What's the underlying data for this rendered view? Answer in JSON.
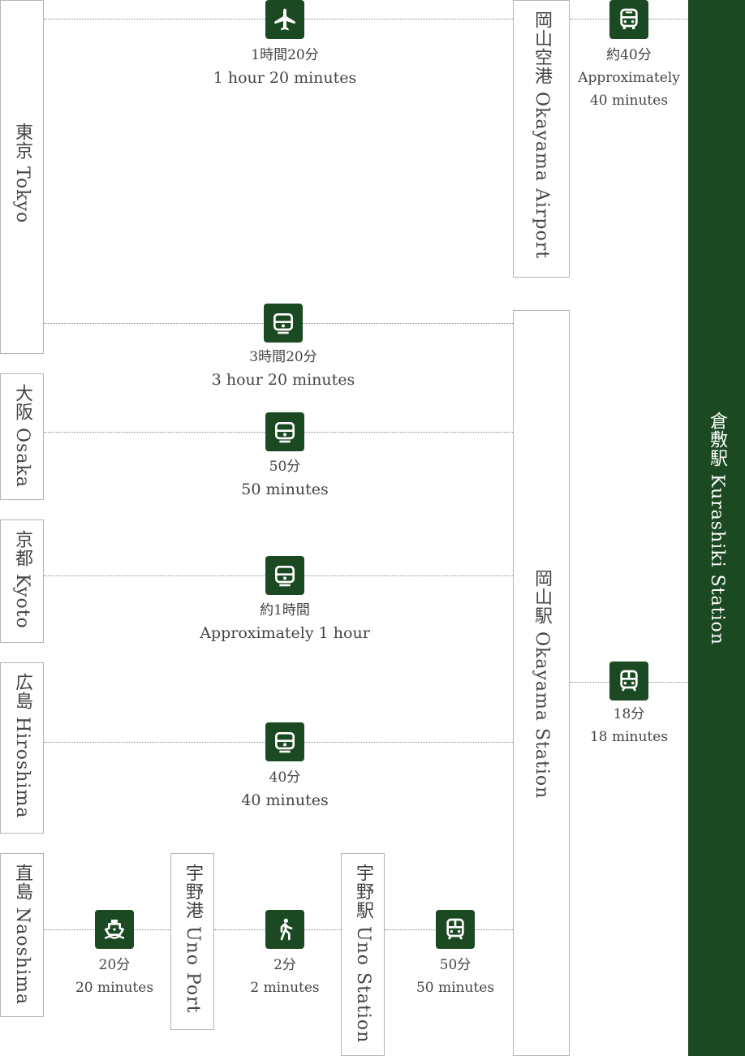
{
  "stations": {
    "tokyo": "東京 Tokyo",
    "osaka": "大阪 Osaka",
    "kyoto": "京都 Kyoto",
    "hiroshima": "広島 Hiroshima",
    "naoshima": "直島 Naoshima",
    "uno_port": "宇野港 Uno Port",
    "uno_station": "宇野駅 Uno Station",
    "okayama_airport": "岡山空港 Okayama Airport",
    "okayama_station": "岡山駅 Okayama Station",
    "kurashiki_station": "倉敷駅 Kurashiki Station"
  },
  "routes": {
    "tokyo_airport": {
      "icon": "airplane-icon",
      "jp": "1時間20分",
      "en": "1 hour 20 minutes"
    },
    "airport_kurashiki": {
      "icon": "bus-icon",
      "jp": "約40分",
      "en": "Approximately",
      "en2": "40 minutes"
    },
    "tokyo_okayama": {
      "icon": "train-icon",
      "jp": "3時間20分",
      "en": "3 hour 20 minutes"
    },
    "osaka_okayama": {
      "icon": "train-icon",
      "jp": "50分",
      "en": "50 minutes"
    },
    "kyoto_okayama": {
      "icon": "train-icon",
      "jp": "約1時間",
      "en": "Approximately 1 hour"
    },
    "hiroshima_okayama": {
      "icon": "train-icon",
      "jp": "40分",
      "en": "40 minutes"
    },
    "okayama_kurashiki": {
      "icon": "local-train-icon",
      "jp": "18分",
      "en": "18 minutes"
    },
    "naoshima_unoport": {
      "icon": "ferry-icon",
      "jp": "20分",
      "en": "20 minutes"
    },
    "unoport_unostation": {
      "icon": "walking-icon",
      "jp": "2分",
      "en": "2 minutes"
    },
    "unostation_okayama": {
      "icon": "local-train-icon",
      "jp": "50分",
      "en": "50 minutes"
    }
  },
  "colors": {
    "accent": "#1b4a22",
    "border": "#b5b5b5",
    "text": "#444444"
  }
}
